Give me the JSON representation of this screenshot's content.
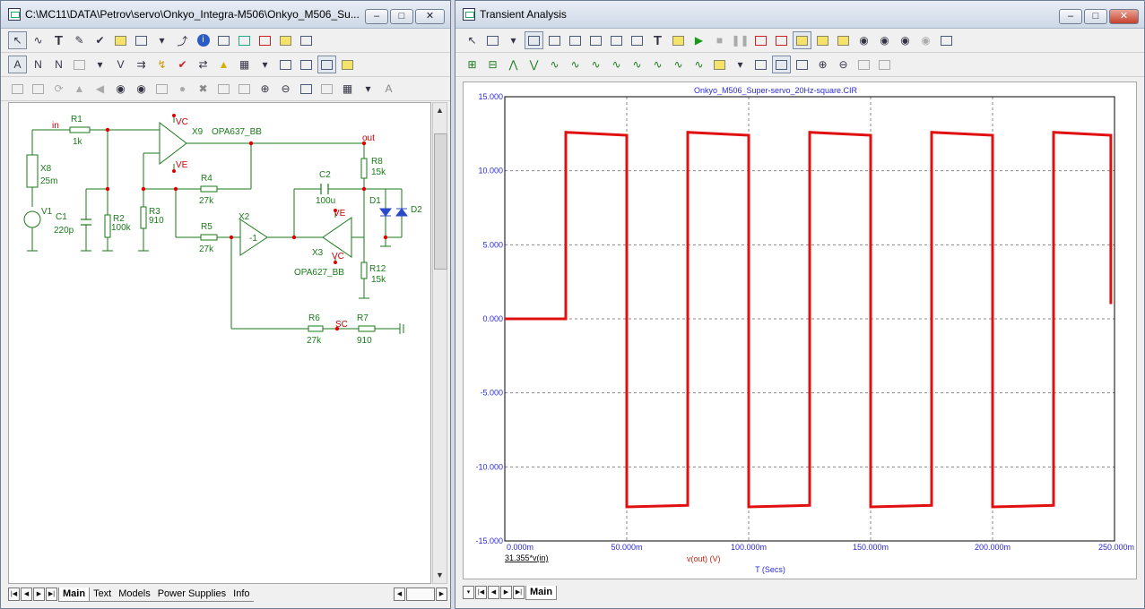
{
  "left_window": {
    "title": "C:\\MC11\\DATA\\Petrov\\servo\\Onkyo_Integra-M506\\Onkyo_M506_Su...",
    "tabs": [
      "Main",
      "Text",
      "Models",
      "Power Supplies",
      "Info"
    ],
    "active_tab": "Main"
  },
  "right_window": {
    "title": "Transient Analysis",
    "tabs": [
      "Main"
    ],
    "active_tab": "Main"
  },
  "schematic": {
    "labels": {
      "in": "in",
      "out": "out",
      "R1": "R1",
      "R1v": "1k",
      "R2": "R2",
      "R2v": "100k",
      "R3": "R3",
      "R3v": "910",
      "R4": "R4",
      "R4v": "27k",
      "R5": "R5",
      "R5v": "27k",
      "R6": "R6",
      "R6v": "27k",
      "R7": "R7",
      "R7v": "910",
      "R8": "R8",
      "R8v": "15k",
      "R12": "R12",
      "R12v": "15k",
      "C1": "C1",
      "C1v": "220p",
      "C2": "C2",
      "C2v": "100u",
      "X8": "X8",
      "X8v": "25m",
      "V1": "V1",
      "X9": "X9",
      "X9v": "OPA637_BB",
      "X3": "X3",
      "X3v": "OPA627_BB",
      "X2": "X2",
      "X2v": "-1",
      "D1": "D1",
      "D2": "D2",
      "VC": "VC",
      "VE": "VE",
      "SC": "SC"
    }
  },
  "chart_data": {
    "type": "line",
    "title": "Onkyo_M506_Super-servo_20Hz-square.CIR",
    "xlabel": "T (Secs)",
    "ylabel": "v(out) (V)",
    "cursor_readout": "31.355*v(in)",
    "xlim": [
      0,
      250
    ],
    "ylim": [
      -15,
      15
    ],
    "x_ticks": [
      "0.000m",
      "50.000m",
      "100.000m",
      "150.000m",
      "200.000m",
      "250.000m"
    ],
    "y_ticks": [
      "15.000",
      "10.000",
      "5.000",
      "0.000",
      "-5.000",
      "-10.000",
      "-15.000"
    ],
    "grid": true,
    "line_color": "#e01010",
    "series": [
      {
        "x": [
          0,
          25,
          25,
          50,
          50,
          75,
          75,
          100,
          100,
          125,
          125,
          150,
          150,
          175,
          175,
          200,
          200,
          225,
          225,
          248.5,
          248.5
        ],
        "values": [
          0,
          0,
          12.6,
          12.4,
          -12.7,
          -12.6,
          12.6,
          12.4,
          -12.7,
          -12.6,
          12.6,
          12.4,
          -12.7,
          -12.6,
          12.6,
          12.4,
          -12.7,
          -12.6,
          12.6,
          12.4,
          1.0
        ]
      }
    ]
  }
}
